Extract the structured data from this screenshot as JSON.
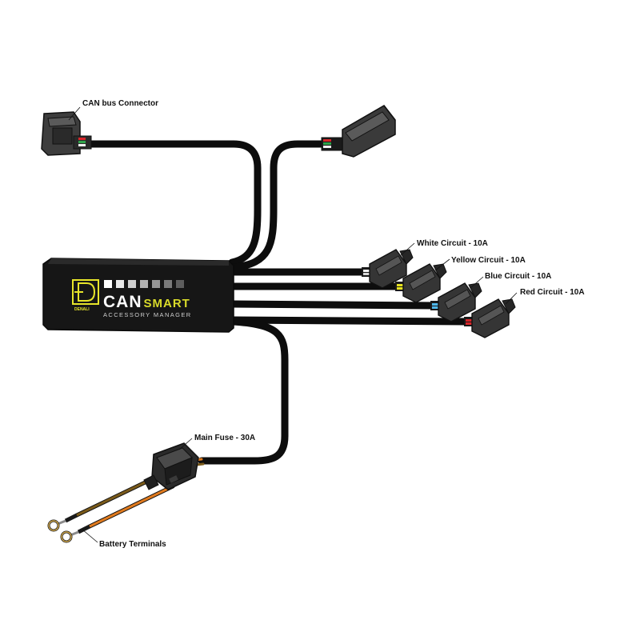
{
  "device": {
    "brand": "DENALI",
    "name_primary": "CAN",
    "name_secondary": "SMART",
    "subtitle": "ACCESSORY MANAGER",
    "led_count": 7
  },
  "labels": {
    "can_bus": "CAN bus Connector",
    "white": "White Circuit - 10A",
    "yellow": "Yellow Circuit - 10A",
    "blue": "Blue Circuit - 10A",
    "red": "Red Circuit - 10A",
    "fuse": "Main Fuse - 30A",
    "battery": "Battery Terminals"
  },
  "colors": {
    "cable": "#0d0d0d",
    "accent_yellow": "#d9db2a",
    "wire_white": "#f2f2f2",
    "wire_yellow": "#e6e21f",
    "wire_blue": "#4fb6e8",
    "wire_red": "#d8262a",
    "wire_green": "#2fa34a",
    "wire_orange": "#e07a1e",
    "wire_brown": "#7a5a1a"
  }
}
